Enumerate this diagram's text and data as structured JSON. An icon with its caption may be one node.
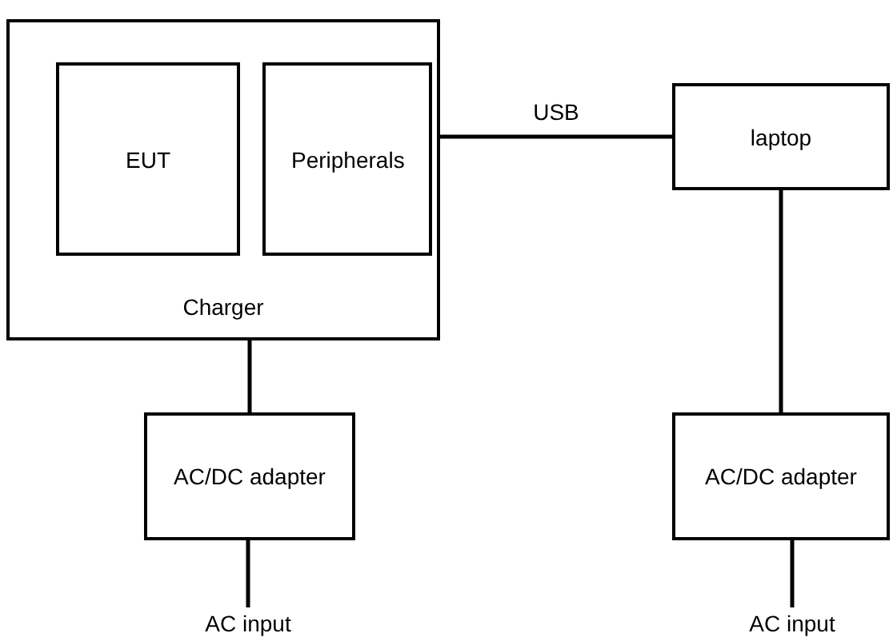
{
  "diagram": {
    "nodes": [
      {
        "text": [
          "Charger"
        ]
      },
      {
        "text": [
          "EUT"
        ],
        "in": 0
      },
      {
        "text": [
          "Peripherals"
        ],
        "in": 0
      },
      {
        "text": [
          "laptop"
        ]
      },
      {
        "text": [
          "AC/DC adapter"
        ]
      },
      {
        "text": [
          "AC/DC adapter"
        ]
      },
      {
        "text": [
          "AC input"
        ]
      },
      {
        "text": [
          "AC input"
        ]
      }
    ],
    "edges": [
      {
        "from": 0,
        "to": 3,
        "arrow": "none",
        "label": "USB"
      },
      {
        "from": 0,
        "to": 4,
        "arrow": "none"
      },
      {
        "from": 3,
        "to": 5,
        "arrow": "none"
      },
      {
        "from": 4,
        "to": 6,
        "arrow": "none"
      },
      {
        "from": 5,
        "to": 7,
        "arrow": "none"
      }
    ]
  }
}
